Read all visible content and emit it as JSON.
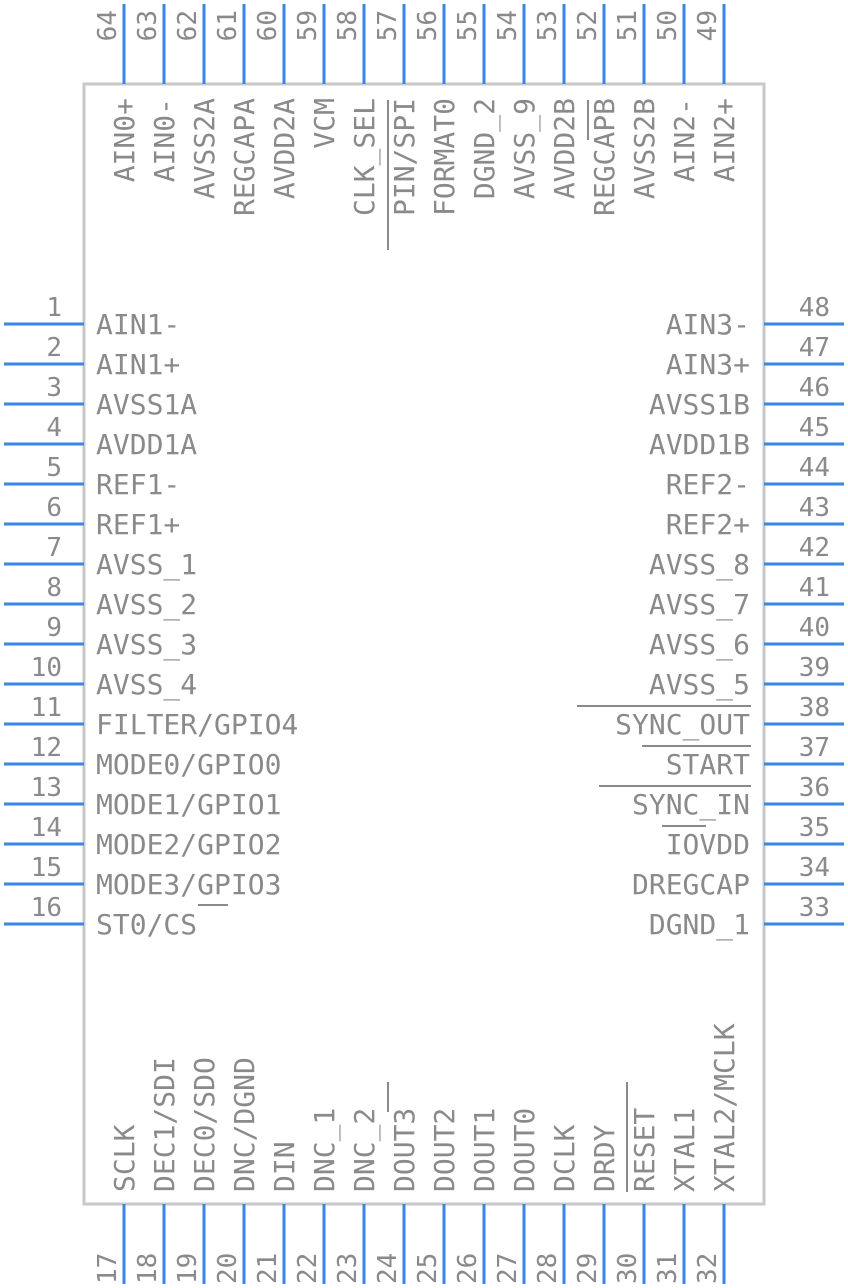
{
  "component": {
    "left_pins": [
      {
        "num": "1",
        "name": "AIN1-"
      },
      {
        "num": "2",
        "name": "AIN1+"
      },
      {
        "num": "3",
        "name": "AVSS1A"
      },
      {
        "num": "4",
        "name": "AVDD1A"
      },
      {
        "num": "5",
        "name": "REF1-"
      },
      {
        "num": "6",
        "name": "REF1+"
      },
      {
        "num": "7",
        "name": "AVSS_1"
      },
      {
        "num": "8",
        "name": "AVSS_2"
      },
      {
        "num": "9",
        "name": "AVSS_3"
      },
      {
        "num": "10",
        "name": "AVSS_4"
      },
      {
        "num": "11",
        "name": "FILTER/GPIO4"
      },
      {
        "num": "12",
        "name": "MODE0/GPIO0"
      },
      {
        "num": "13",
        "name": "MODE1/GPIO1"
      },
      {
        "num": "14",
        "name": "MODE2/GPIO2"
      },
      {
        "num": "15",
        "name": "MODE3/GPIO3"
      },
      {
        "num": "16",
        "name": "ST0/CS"
      }
    ],
    "right_pins": [
      {
        "num": "48",
        "name": "AIN3-"
      },
      {
        "num": "47",
        "name": "AIN3+"
      },
      {
        "num": "46",
        "name": "AVSS1B"
      },
      {
        "num": "45",
        "name": "AVDD1B"
      },
      {
        "num": "44",
        "name": "REF2-"
      },
      {
        "num": "43",
        "name": "REF2+"
      },
      {
        "num": "42",
        "name": "AVSS_8"
      },
      {
        "num": "41",
        "name": "AVSS_7"
      },
      {
        "num": "40",
        "name": "AVSS_6"
      },
      {
        "num": "39",
        "name": "AVSS_5"
      },
      {
        "num": "38",
        "name": "SYNC_OUT"
      },
      {
        "num": "37",
        "name": "START"
      },
      {
        "num": "36",
        "name": "SYNC_IN"
      },
      {
        "num": "35",
        "name": "IOVDD"
      },
      {
        "num": "34",
        "name": "DREGCAP"
      },
      {
        "num": "33",
        "name": "DGND_1"
      }
    ],
    "top_pins": [
      {
        "num": "64",
        "name": "AIN0+"
      },
      {
        "num": "63",
        "name": "AIN0-"
      },
      {
        "num": "62",
        "name": "AVSS2A"
      },
      {
        "num": "61",
        "name": "REGCAPA"
      },
      {
        "num": "60",
        "name": "AVDD2A"
      },
      {
        "num": "59",
        "name": "VCM"
      },
      {
        "num": "58",
        "name": "CLK_SEL"
      },
      {
        "num": "57",
        "name": "PIN/SPI"
      },
      {
        "num": "56",
        "name": "FORMAT0"
      },
      {
        "num": "55",
        "name": "DGND_2"
      },
      {
        "num": "54",
        "name": "AVSS_9"
      },
      {
        "num": "53",
        "name": "AVDD2B"
      },
      {
        "num": "52",
        "name": "REGCAPB"
      },
      {
        "num": "51",
        "name": "AVSS2B"
      },
      {
        "num": "50",
        "name": "AIN2-"
      },
      {
        "num": "49",
        "name": "AIN2+"
      }
    ],
    "bottom_pins": [
      {
        "num": "17",
        "name": "SCLK"
      },
      {
        "num": "18",
        "name": "DEC1/SDI"
      },
      {
        "num": "19",
        "name": "DEC0/SDO"
      },
      {
        "num": "20",
        "name": "DNC/DGND"
      },
      {
        "num": "21",
        "name": "DIN"
      },
      {
        "num": "22",
        "name": "DNC_1"
      },
      {
        "num": "23",
        "name": "DNC_2"
      },
      {
        "num": "24",
        "name": "DOUT3"
      },
      {
        "num": "25",
        "name": "DOUT2"
      },
      {
        "num": "26",
        "name": "DOUT1"
      },
      {
        "num": "27",
        "name": "DOUT0"
      },
      {
        "num": "28",
        "name": "DCLK"
      },
      {
        "num": "29",
        "name": "DRDY"
      },
      {
        "num": "30",
        "name": "RESET"
      },
      {
        "num": "31",
        "name": "XTAL1"
      },
      {
        "num": "32",
        "name": "XTAL2/MCLK"
      }
    ]
  },
  "colors": {
    "pin": "#3a86e8",
    "outline": "#c8c8c8",
    "text": "#8a8a8a"
  }
}
